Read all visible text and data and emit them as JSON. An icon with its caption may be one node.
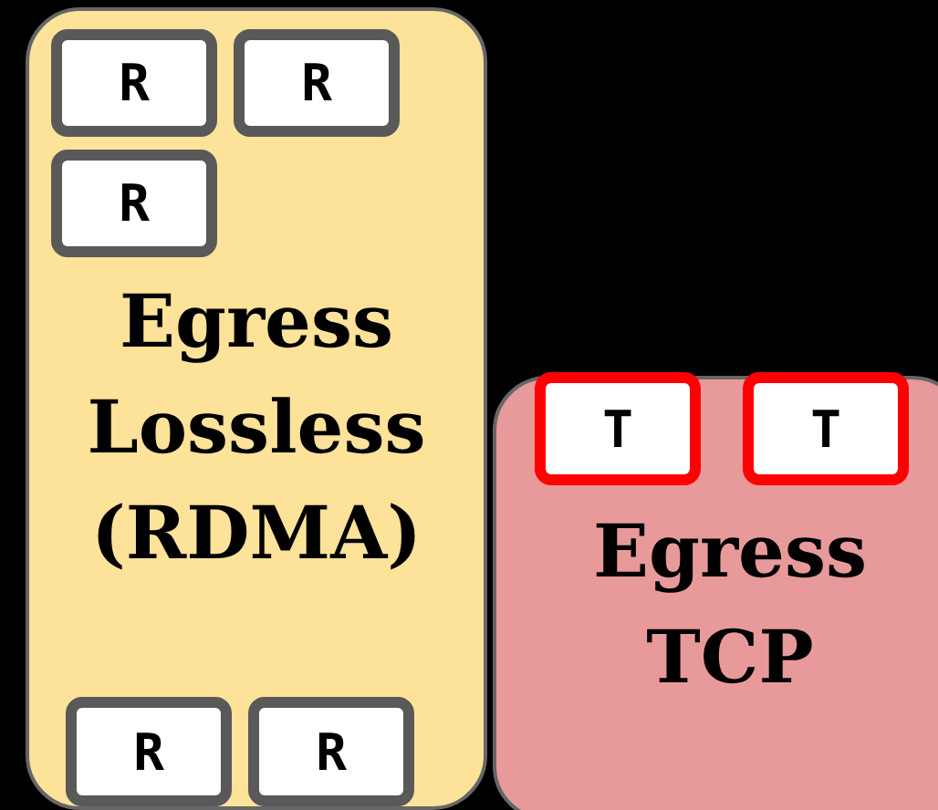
{
  "diagram": {
    "nodes": [
      {
        "text": [
          "Egress Lossless (RDMA)"
        ]
      },
      {
        "text": [
          "R"
        ],
        "in": 0
      },
      {
        "text": [
          "R"
        ],
        "in": 0
      },
      {
        "text": [
          "R"
        ],
        "in": 0
      },
      {
        "text": [
          "R"
        ],
        "in": 0
      },
      {
        "text": [
          "R"
        ],
        "in": 0
      },
      {
        "text": [
          "Egress TCP"
        ]
      },
      {
        "text": [
          "T"
        ],
        "in": 6
      },
      {
        "text": [
          "T"
        ],
        "in": 6
      }
    ]
  }
}
